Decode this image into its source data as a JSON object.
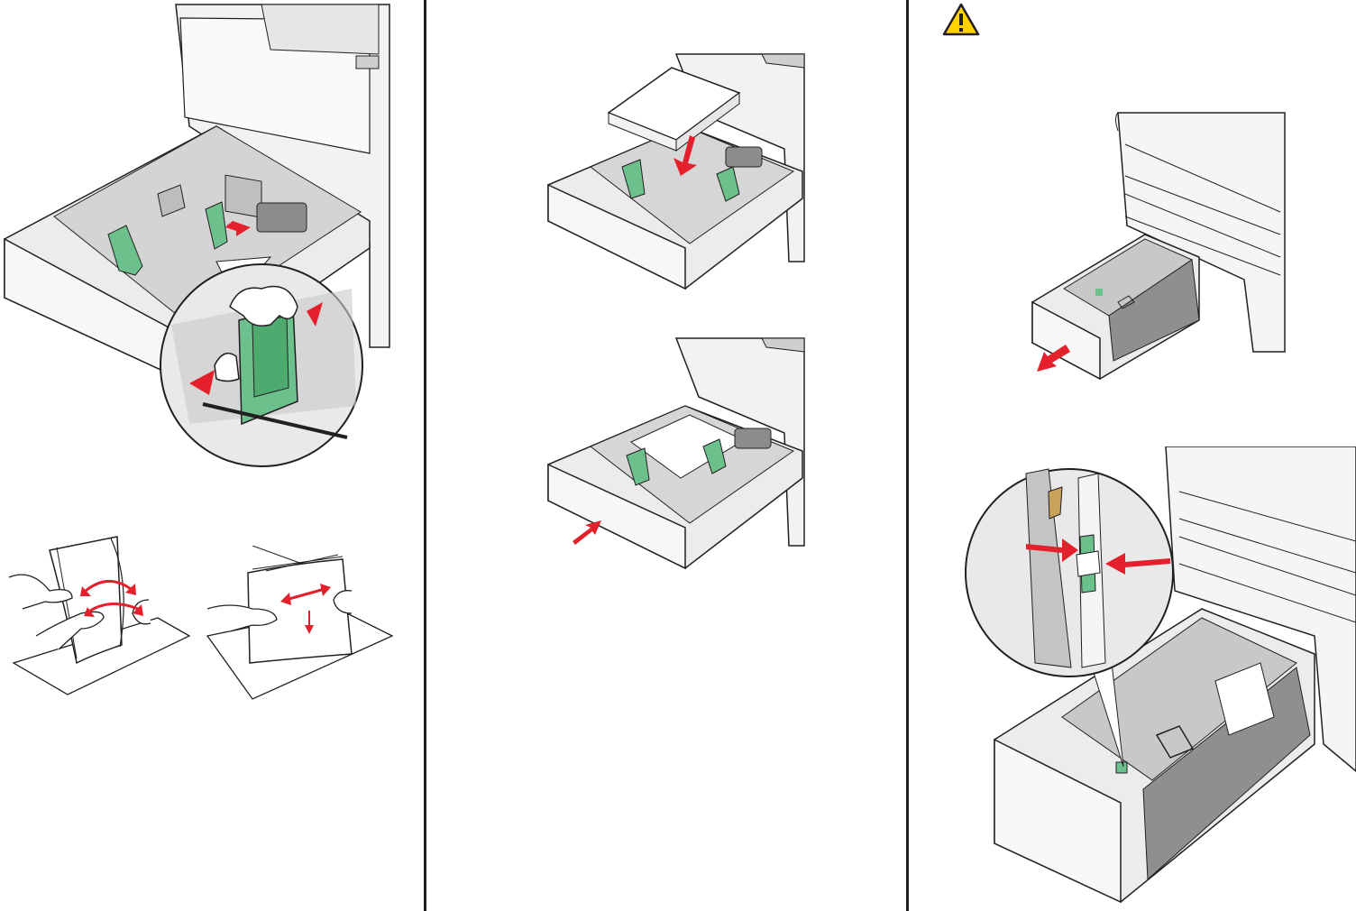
{
  "page": {
    "columns": 3
  },
  "colors": {
    "tray_gray": "#d9d9d9",
    "outline": "#231f20",
    "guide_green": "#6cc08b",
    "arrow_red": "#e4202c",
    "warning_yellow": "#ffd200"
  },
  "illustrations": [
    {
      "name": "adjust-width-guide",
      "icons": [
        "printer-drawer",
        "green-guide",
        "magnifier-circle",
        "hand-pinch",
        "red-arrows"
      ]
    },
    {
      "name": "flex-paper-stack",
      "icons": [
        "paper-stack",
        "hands",
        "red-curved-arrows"
      ]
    },
    {
      "name": "straighten-paper-stack",
      "icons": [
        "paper-stack",
        "hands",
        "red-double-arrow"
      ]
    },
    {
      "name": "load-paper-stack",
      "icons": [
        "paper-ream",
        "red-down-arrow",
        "printer-drawer"
      ]
    },
    {
      "name": "insert-tray",
      "icons": [
        "printer-drawer",
        "red-push-arrow"
      ]
    },
    {
      "name": "caution-warning",
      "icons": [
        "warning-triangle"
      ]
    },
    {
      "name": "pull-out-tray",
      "icons": [
        "printer-cabinet",
        "drawer",
        "red-pull-arrow"
      ]
    },
    {
      "name": "squeeze-guide-tab",
      "icons": [
        "drawer",
        "magnifier-circle",
        "red-squeeze-arrows"
      ]
    }
  ]
}
